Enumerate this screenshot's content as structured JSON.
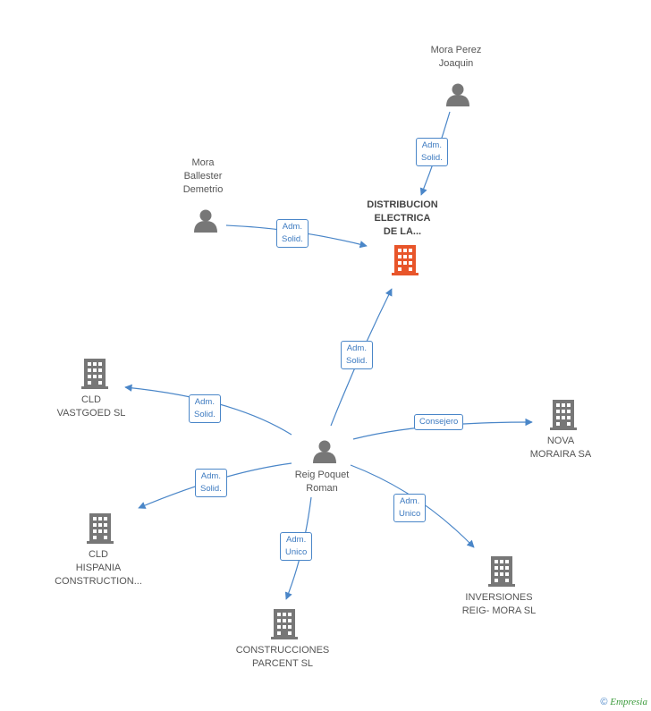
{
  "colors": {
    "edge": "#4a86c8",
    "person": "#777777",
    "company": "#777777",
    "main_company": "#e8552a"
  },
  "nodes": {
    "mora_perez": {
      "lines": [
        "Mora Perez",
        "Joaquin"
      ],
      "icon": "person-icon"
    },
    "mora_ballester": {
      "lines": [
        "Mora",
        "Ballester",
        "Demetrio"
      ],
      "icon": "person-icon"
    },
    "distribucion": {
      "lines": [
        "DISTRIBUCION",
        "ELECTRICA",
        "DE LA..."
      ],
      "icon": "building-icon"
    },
    "reig_poquet": {
      "lines": [
        "Reig Poquet",
        "Roman"
      ],
      "icon": "person-icon"
    },
    "cld_vastgoed": {
      "lines": [
        "CLD",
        "VASTGOED SL"
      ],
      "icon": "building-icon"
    },
    "nova_moraira": {
      "lines": [
        "NOVA",
        "MORAIRA SA"
      ],
      "icon": "building-icon"
    },
    "cld_hispania": {
      "lines": [
        "CLD",
        "HISPANIA",
        "CONSTRUCTION..."
      ],
      "icon": "building-icon"
    },
    "inversiones": {
      "lines": [
        "INVERSIONES",
        "REIG- MORA SL"
      ],
      "icon": "building-icon"
    },
    "construcciones": {
      "lines": [
        "CONSTRUCCIONES",
        "PARCENT  SL"
      ],
      "icon": "building-icon"
    }
  },
  "edges": {
    "perez_to_dist": [
      "Adm.",
      "Solid."
    ],
    "ballester_to_dist": [
      "Adm.",
      "Solid."
    ],
    "reig_to_dist": [
      "Adm.",
      "Solid."
    ],
    "reig_to_vastgoed": [
      "Adm.",
      "Solid."
    ],
    "reig_to_nova": [
      "Consejero"
    ],
    "reig_to_hispania": [
      "Adm.",
      "Solid."
    ],
    "reig_to_inversiones": [
      "Adm.",
      "Unico"
    ],
    "reig_to_construcciones": [
      "Adm.",
      "Unico"
    ]
  },
  "footer": {
    "copyright_symbol": "©",
    "brand": "Empresia"
  }
}
